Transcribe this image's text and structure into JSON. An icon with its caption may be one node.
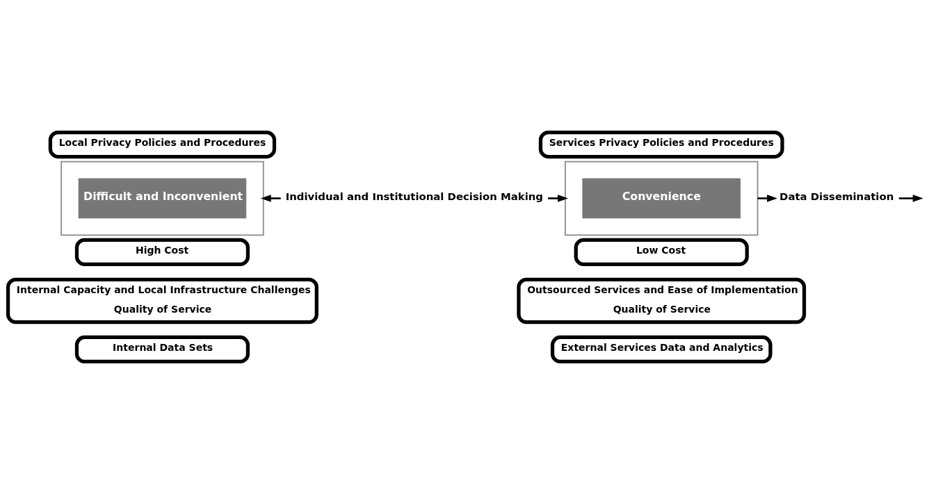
{
  "diagram": {
    "nodes": [
      {
        "text": [
          "Local Privacy Policies and Procedures"
        ]
      },
      {
        "text": [
          "Services Privacy Policies and Procedures"
        ]
      },
      {
        "text": [],
        "shape": "box"
      },
      {
        "text": [
          "Difficult and Inconvenient"
        ],
        "in": 2
      },
      {
        "text": [
          "Individual and Institutional Decision Making"
        ]
      },
      {
        "text": [],
        "shape": "box"
      },
      {
        "text": [
          "Convenience"
        ],
        "in": 5
      },
      {
        "text": [
          "Data Dissemination"
        ]
      },
      {
        "text": [
          "High Cost"
        ]
      },
      {
        "text": [
          "Low Cost"
        ]
      },
      {
        "text": [
          "Internal Capacity and Local Infrastructure Challenges",
          "Quality of Service"
        ]
      },
      {
        "text": [
          "Outsourced Services and Ease of Implementation",
          "Quality of Service"
        ]
      },
      {
        "text": [
          "Internal Data Sets"
        ]
      },
      {
        "text": [
          "External Services Data and Analytics"
        ]
      }
    ],
    "edges": [
      {
        "from": 4,
        "to": 2,
        "arrow": "to"
      },
      {
        "from": 4,
        "to": 5,
        "arrow": "to"
      },
      {
        "from": 5,
        "to": 7,
        "arrow": "to"
      },
      {
        "from": 7,
        "to": null,
        "arrow": "to"
      }
    ]
  }
}
